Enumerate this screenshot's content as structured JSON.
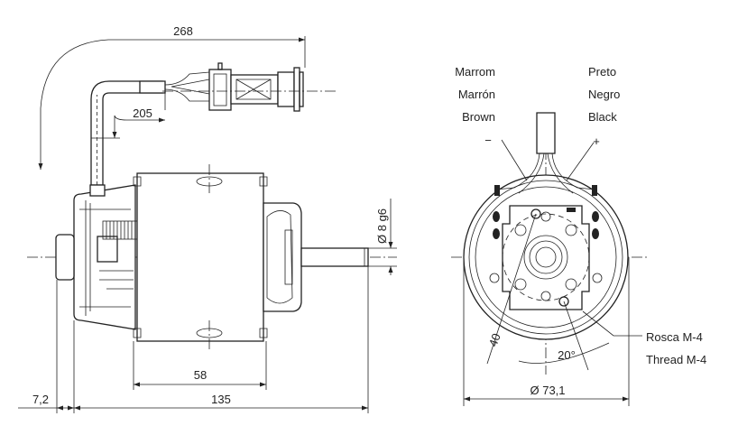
{
  "side_view": {
    "dim_cable_total": "268",
    "dim_cable_bend": "205",
    "dim_body_length": "58",
    "dim_overall_length": "135",
    "dim_rear_offset": "7,2",
    "dim_shaft": "Ø 8 g6"
  },
  "front_view": {
    "wire_negative": {
      "pt": "Marrom",
      "es": "Marrón",
      "en": "Brown",
      "symbol": "−"
    },
    "wire_positive": {
      "pt": "Preto",
      "es": "Negro",
      "en": "Black",
      "symbol": "+"
    },
    "thread_pt": "Rosca M-4",
    "thread_en": "Thread M-4",
    "dim_bolt_circle": "40",
    "dim_angle": "20°",
    "dim_diameter": "Ø 73,1"
  }
}
